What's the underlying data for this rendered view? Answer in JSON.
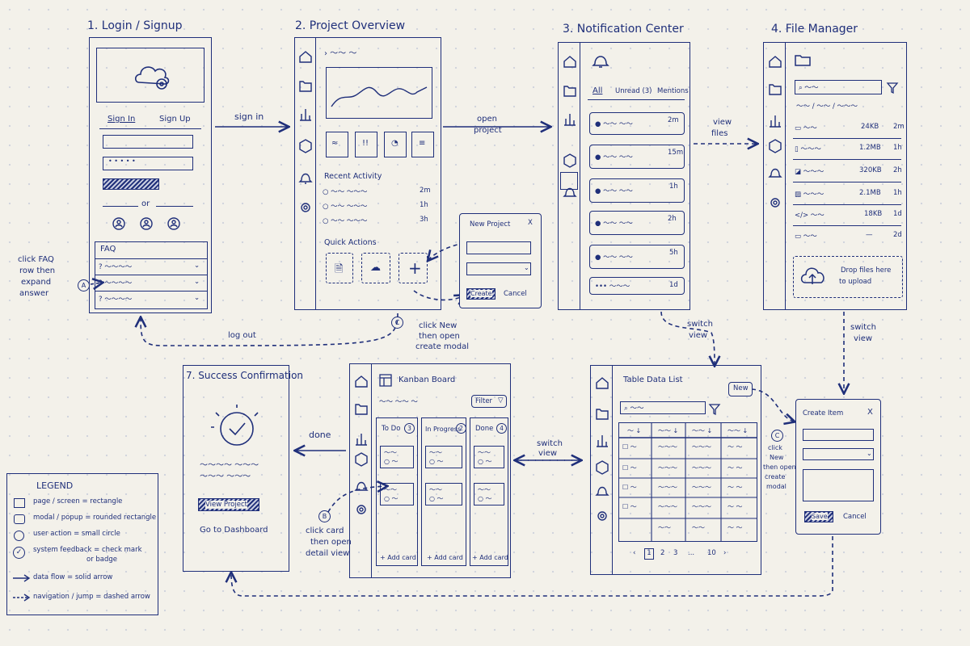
{
  "screens": {
    "login": {
      "title": "1. Login / Signup",
      "tab_signin": "Sign In",
      "tab_signup": "Sign Up",
      "or": "or",
      "faq": "FAQ"
    },
    "overview": {
      "title": "2. Project Overview",
      "recent": "Recent Activity",
      "times": [
        "2m",
        "1h",
        "3h"
      ],
      "quick": "Quick Actions"
    },
    "notifications": {
      "title": "3. Notification Center",
      "tabs": [
        "All",
        "Unread (3)",
        "Mentions"
      ],
      "times": [
        "2m",
        "15m",
        "1h",
        "2h",
        "5h",
        "1d"
      ]
    },
    "files": {
      "title": "4. File Manager",
      "sizes": [
        "24KB",
        "1.2MB",
        "320KB",
        "2.1MB",
        "18KB",
        "—"
      ],
      "times": [
        "2m",
        "1h",
        "2h",
        "1h",
        "1d",
        "2d"
      ],
      "drop1": "Drop files here",
      "drop2": "to upload"
    },
    "success": {
      "title": "7. Success Confirmation",
      "view_btn": "View Project",
      "dashboard": "Go to Dashboard"
    },
    "kanban": {
      "title": "Kanban Board",
      "filter": "Filter",
      "todo": "To Do",
      "todo_n": "3",
      "progress": "In Progress",
      "progress_n": "2",
      "done": "Done",
      "done_n": "4",
      "add": "+ Add card"
    },
    "table": {
      "title": "Table Data List",
      "new": "New",
      "pages": [
        "1",
        "2",
        "3",
        "...",
        "10"
      ]
    }
  },
  "modals": {
    "new_project": {
      "title": "New Project",
      "close": "X",
      "create": "Create",
      "cancel": "Cancel"
    },
    "create_item": {
      "title": "Create Item",
      "close": "X",
      "save": "Save",
      "cancel": "Cancel"
    }
  },
  "flows": {
    "sign_in": "sign in",
    "open_project": [
      "open",
      "project"
    ],
    "view_files": [
      "view",
      "files"
    ],
    "log_out": "log out",
    "switch_view_a": [
      "switch",
      "view"
    ],
    "switch_view_b": [
      "switch",
      "view"
    ],
    "switch_view_c": [
      "switch",
      "view"
    ],
    "done": "done",
    "faq_note": [
      "click FAQ",
      "row then",
      "expand",
      "answer"
    ],
    "marker_a": "A",
    "new_note": [
      "click New",
      "then open",
      "create modal"
    ],
    "marker_c1": "C",
    "card_note": [
      "click card",
      "then open",
      "detail view"
    ],
    "marker_b": "B",
    "new_note2": [
      "click",
      "New",
      "then open",
      "create",
      "modal"
    ],
    "marker_c2": "C"
  },
  "legend": {
    "title": "LEGEND",
    "items": [
      "page / screen = rectangle",
      "modal / popup = rounded rectangle",
      "user action = small circle",
      "system feedback = check mark",
      "or badge",
      "data flow = solid arrow",
      "navigation / jump = dashed arrow"
    ]
  },
  "colors": {
    "ink": "#1f2f7a",
    "paper": "#f3f1ea"
  }
}
